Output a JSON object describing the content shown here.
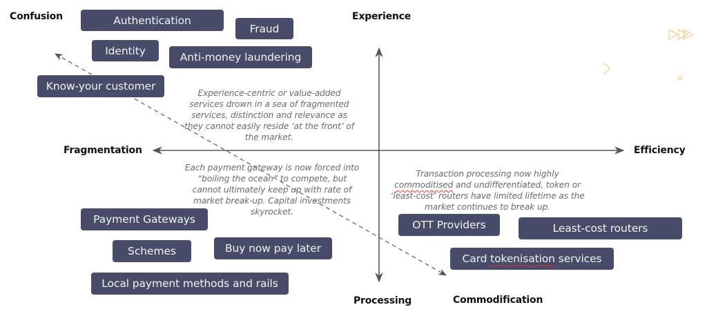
{
  "axes": {
    "top": "Experience",
    "bottom": "Processing",
    "left": "Fragmentation",
    "right": "Efficiency",
    "diagonal_start": "Confusion",
    "diagonal_end": "Commodification"
  },
  "boxes": {
    "authentication": "Authentication",
    "fraud": "Fraud",
    "identity": "Identity",
    "aml": "Anti-money laundering",
    "kyc": "Know-your customer",
    "payment_gateways": "Payment Gateways",
    "schemes": "Schemes",
    "bnpl": "Buy now pay later",
    "local_payments": "Local payment methods and rails",
    "ott": "OTT Providers",
    "least_cost": "Least-cost routers",
    "card_token_prefix": "Card ",
    "card_token_word": "tokenisation",
    "card_token_suffix": " services"
  },
  "notes": {
    "top_left": "Experience-centric or value-added services drown in a sea of fragmented services, distinction and relevance as they cannot easily reside ‘at the front’ of the market.",
    "bottom_left": "Each payment gateway is now forced into “boiling the ocean” to compete, but cannot ultimately keep up with rate of market break-up. Capital investments skyrocket.",
    "bottom_right_prefix": "Transaction processing now highly ",
    "bottom_right_word": "commoditised",
    "bottom_right_suffix": " and undifferentiated, token or ‘least-cost’ routers have limited lifetime as the market continues to break up."
  },
  "colors": {
    "box_fill": "#484c69",
    "box_text": "#f2f2f4",
    "axis_line": "#555555",
    "note_text": "#6b6b6b",
    "decor_accent": "#f7c77a"
  },
  "decorations": [
    "fast-forward-icon",
    "chevron-right-icon",
    "circle-icon"
  ]
}
